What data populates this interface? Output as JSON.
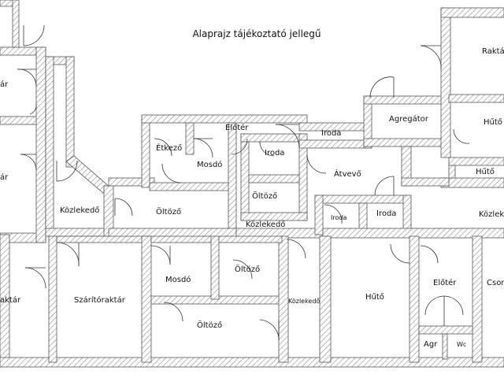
{
  "title": "Alaprajz tájékoztató jellegű",
  "rooms": {
    "r_left_top": "ár",
    "r_left_mid": "ár",
    "r_left_bot": "aktár",
    "raktar_right": "Raktár",
    "huto_right_top": "Hűtő",
    "huto_right_small": "Hűtő",
    "agregator": "Agregátor",
    "eloter_top": "Előtér",
    "iroda_top": "Iroda",
    "etkezo": "Étkező",
    "mosdo_top": "Mosdó",
    "iroda_mid": "Iroda",
    "atvevo": "Átvevő",
    "oltozo_small": "Öltöző",
    "kozleked_left": "Közlekedő",
    "oltozo_left": "Öltöző",
    "kozleked_mid": "Közlekedő",
    "iroda_small": "Iroda",
    "iroda_right": "Iroda",
    "kozleked_right": "Közlek",
    "szaritoraktar": "Szárítóraktár",
    "mosdo_bot": "Mosdó",
    "oltozo_bot_small": "Öltöző",
    "kozleked_vert": "Közlekedő",
    "huto_bot": "Hűtő",
    "eloter_bot": "Előtér",
    "csom": "Csom",
    "oltozo_bot": "Öltöző",
    "agr": "Agr",
    "wc": "Wc"
  }
}
